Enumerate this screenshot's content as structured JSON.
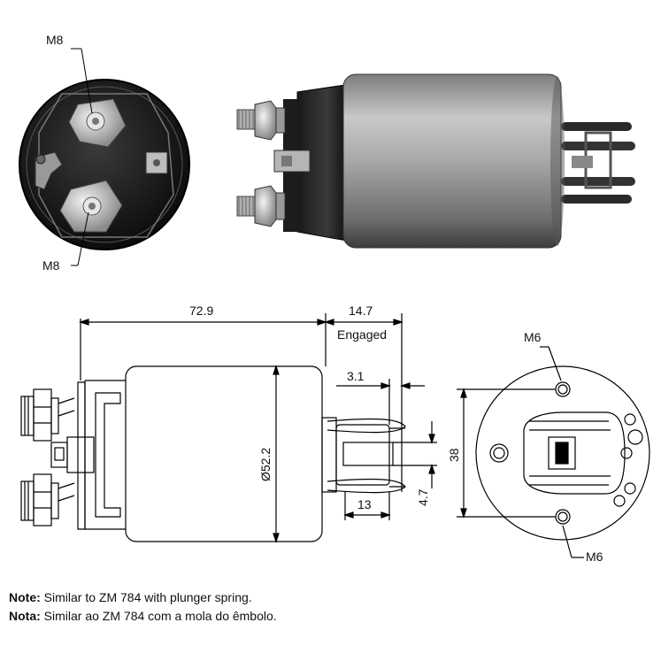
{
  "photo": {
    "label_top": "M8",
    "label_bottom": "M8"
  },
  "drawing": {
    "length": "72.9",
    "engaged_length": "14.7",
    "engaged_label": "Engaged",
    "offset": "3.1",
    "diameter": "Ø52.2",
    "plunger_length": "13",
    "plunger_width": "4.7",
    "mount_spacing": "38",
    "thread_top": "M6",
    "thread_bottom": "M6"
  },
  "notes": {
    "en_label": "Note:",
    "en_text": " Similar to ZM 784 with plunger spring.",
    "pt_label": "Nota:",
    "pt_text": " Similar ao ZM 784 com a mola do êmbolo."
  }
}
